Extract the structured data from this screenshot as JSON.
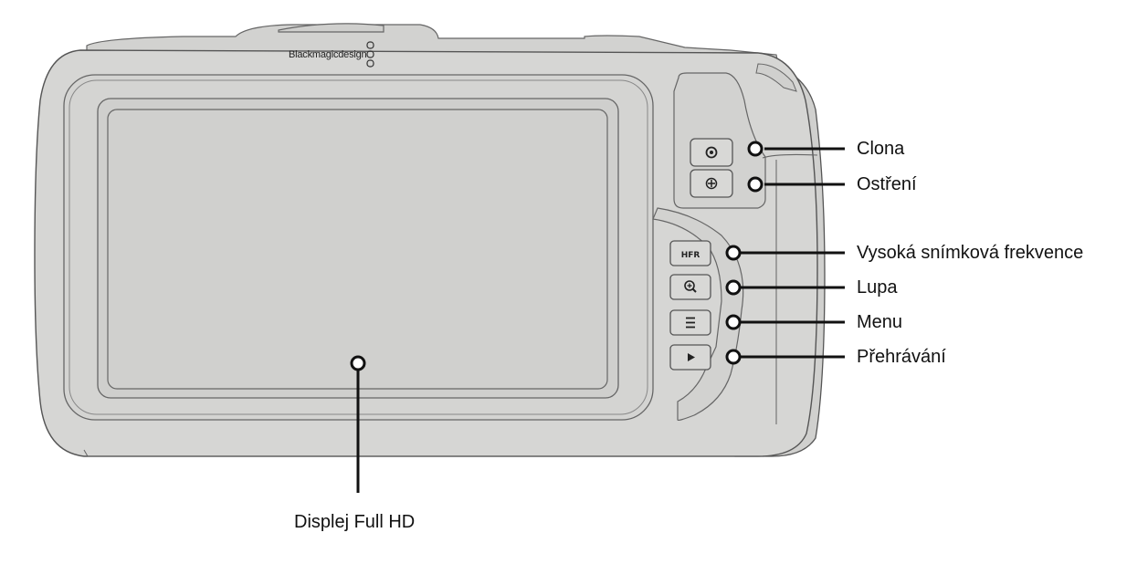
{
  "brand": "Blackmagicdesign",
  "buttons": {
    "hfr": "HFR"
  },
  "callouts": {
    "iris": "Clona",
    "focus": "Ostření",
    "hfr": "Vysoká snímková frekvence",
    "zoom": "Lupa",
    "menu": "Menu",
    "playback": "Přehrávání",
    "display": "Displej Full HD"
  },
  "icons": {
    "iris": "aperture-icon",
    "focus": "focus-icon",
    "zoom": "magnifier-plus-icon",
    "menu": "menu-icon",
    "playback": "play-icon"
  },
  "colors": {
    "body": "#d6d6d4",
    "outline": "#555555",
    "line": "#111111"
  }
}
